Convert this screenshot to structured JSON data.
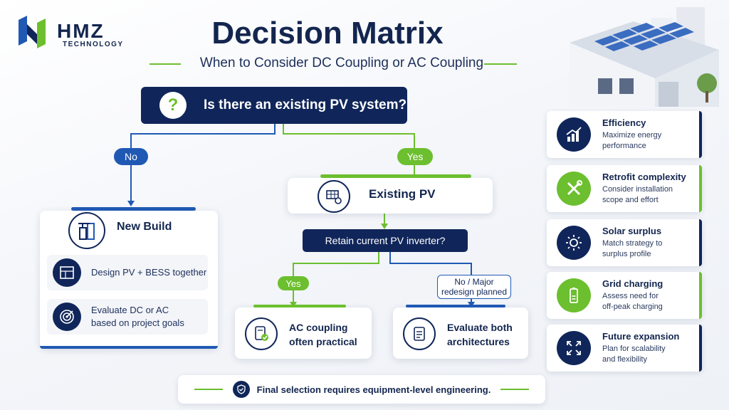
{
  "brand": {
    "name": "HMZ",
    "tagline": "TECHNOLOGY"
  },
  "header": {
    "title": "Decision Matrix",
    "subtitle": "When to Consider DC Coupling or AC Coupling"
  },
  "question": {
    "text": "Is there an existing PV system?",
    "icon": "question-icon"
  },
  "branches": {
    "no_label": "No",
    "yes_label": "Yes"
  },
  "new_build": {
    "title": "New Build",
    "items": [
      {
        "text": "Design PV + BESS together",
        "icon": "blueprint-icon"
      },
      {
        "text": "Evaluate DC or AC",
        "text2": "based on project goals",
        "icon": "target-icon"
      }
    ]
  },
  "existing_pv": {
    "title": "Existing PV",
    "question": "Retain current PV inverter?",
    "yes_label": "Yes",
    "no_label_1": "No / Major",
    "no_label_2": "redesign planned",
    "ac_result": {
      "line1": "AC coupling",
      "line2": "often practical"
    },
    "both_result": {
      "line1": "Evaluate both",
      "line2": "architectures"
    }
  },
  "criteria": [
    {
      "title": "Efficiency",
      "desc1": "Maximize energy",
      "desc2": "performance",
      "icon": "chart-up-icon",
      "color": "navy"
    },
    {
      "title": "Retrofit complexity",
      "desc1": "Consider installation",
      "desc2": "scope and effort",
      "icon": "tools-icon",
      "color": "green"
    },
    {
      "title": "Solar surplus",
      "desc1": "Match strategy to",
      "desc2": "surplus profile",
      "icon": "sun-icon",
      "color": "navy"
    },
    {
      "title": "Grid charging",
      "desc1": "Assess need for",
      "desc2": "off-peak charging",
      "icon": "battery-icon",
      "color": "green"
    },
    {
      "title": "Future expansion",
      "desc1": "Plan for scalability",
      "desc2": "and flexibility",
      "icon": "expand-icon",
      "color": "navy"
    }
  ],
  "footer": {
    "text": "Final selection requires equipment-level engineering.",
    "icon": "shield-check-icon"
  },
  "colors": {
    "navy": "#10265a",
    "green": "#6cbf2e",
    "blue": "#2059b4"
  }
}
